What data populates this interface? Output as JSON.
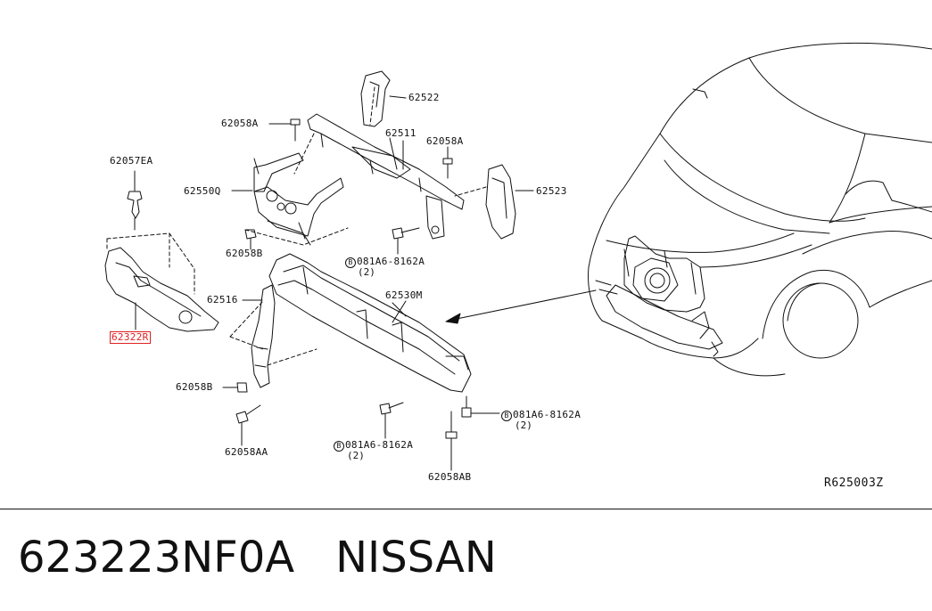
{
  "diagram": {
    "highlight_color": "#e02020",
    "line_color": "#111111",
    "callouts": {
      "p62522": "62522",
      "p62058A_top": "62058A",
      "p62511": "62511",
      "p62058A_right": "62058A",
      "p62057EA": "62057EA",
      "p62550Q": "62550Q",
      "p62523": "62523",
      "p62058B_upper": "62058B",
      "bolt_upper": "081A6-8162A",
      "bolt_upper_qty": "(2)",
      "p62516": "62516",
      "p62530M": "62530M",
      "p62322R": "62322R",
      "p62058B_lower": "62058B",
      "bolt_right": "081A6-8162A",
      "bolt_right_qty": "(2)",
      "p62058AA": "62058AA",
      "bolt_mid": "081A6-8162A",
      "bolt_mid_qty": "(2)",
      "p62058AB": "62058AB"
    },
    "bolt_symbol": "B",
    "reference_code": "R625003Z"
  },
  "footer": {
    "part_number": "623223NF0A",
    "brand": "NISSAN"
  }
}
